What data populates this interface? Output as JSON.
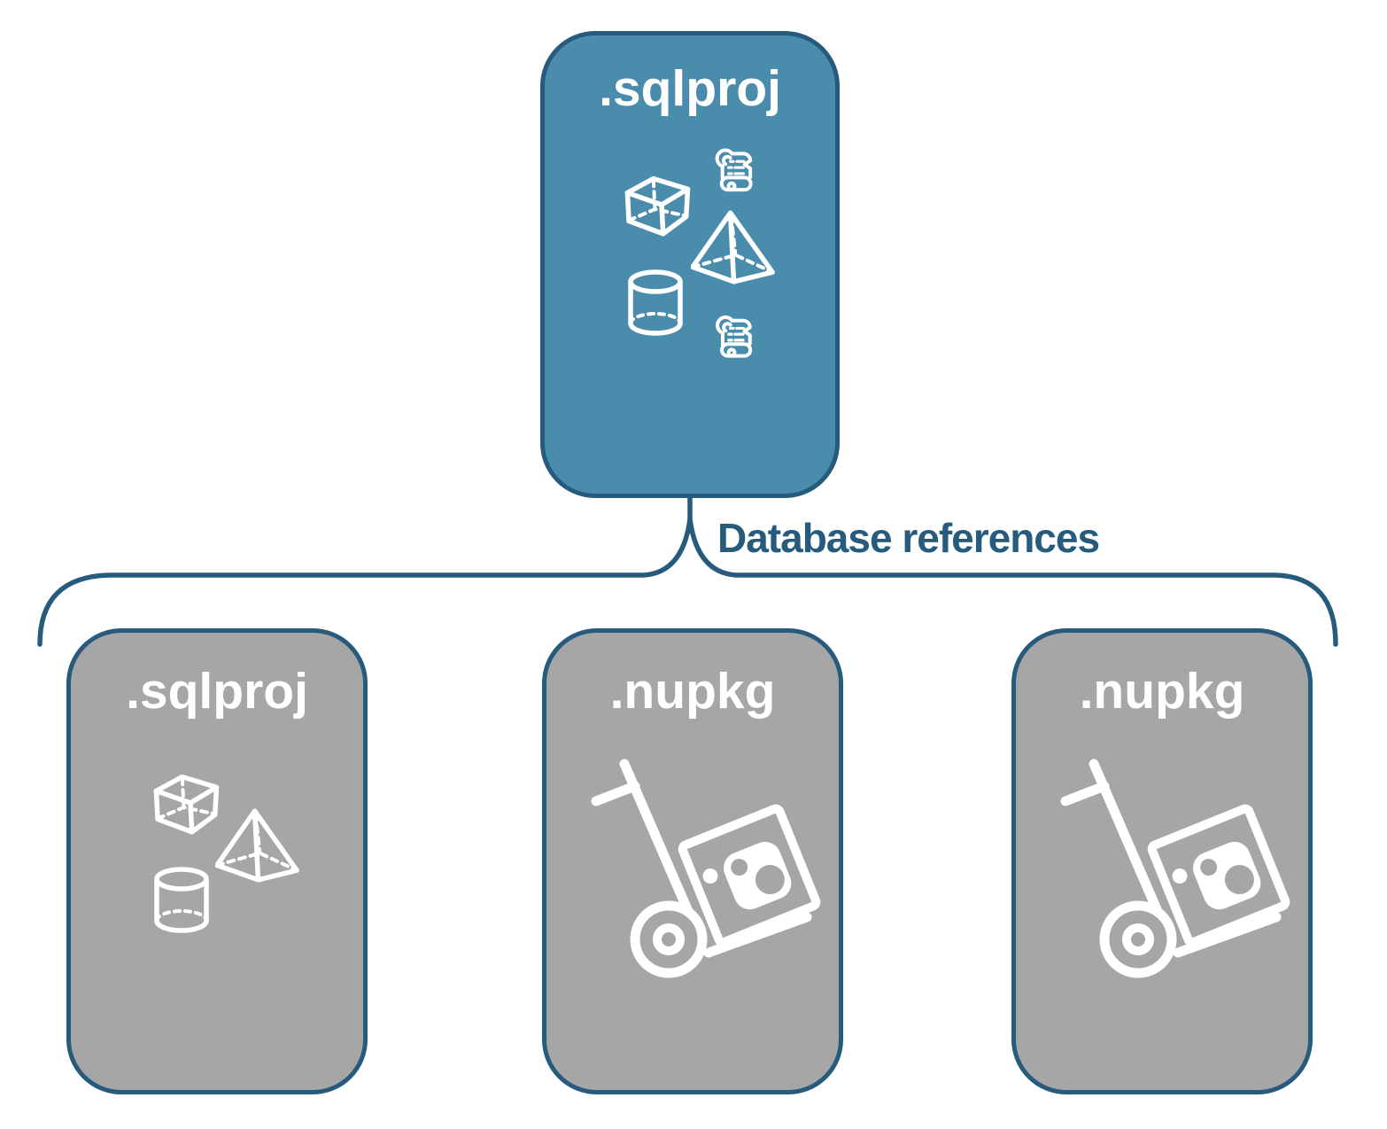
{
  "diagram": {
    "connector_label": "Database references",
    "colors": {
      "accent": "#265B7D",
      "root_fill": "#4A8CAC",
      "child_fill": "#A6A6A6",
      "icon_stroke": "#FFFFFF"
    },
    "root": {
      "label": ".sqlproj",
      "icons": [
        "script-scroll-icon",
        "cube-icon",
        "pyramid-icon",
        "database-cylinder-icon",
        "script-scroll-icon"
      ]
    },
    "children": [
      {
        "label": ".sqlproj",
        "icons": [
          "cube-icon",
          "pyramid-icon",
          "database-cylinder-icon"
        ]
      },
      {
        "label": ".nupkg",
        "icons": [
          "nuget-handtruck-icon"
        ]
      },
      {
        "label": ".nupkg",
        "icons": [
          "nuget-handtruck-icon"
        ]
      }
    ]
  }
}
